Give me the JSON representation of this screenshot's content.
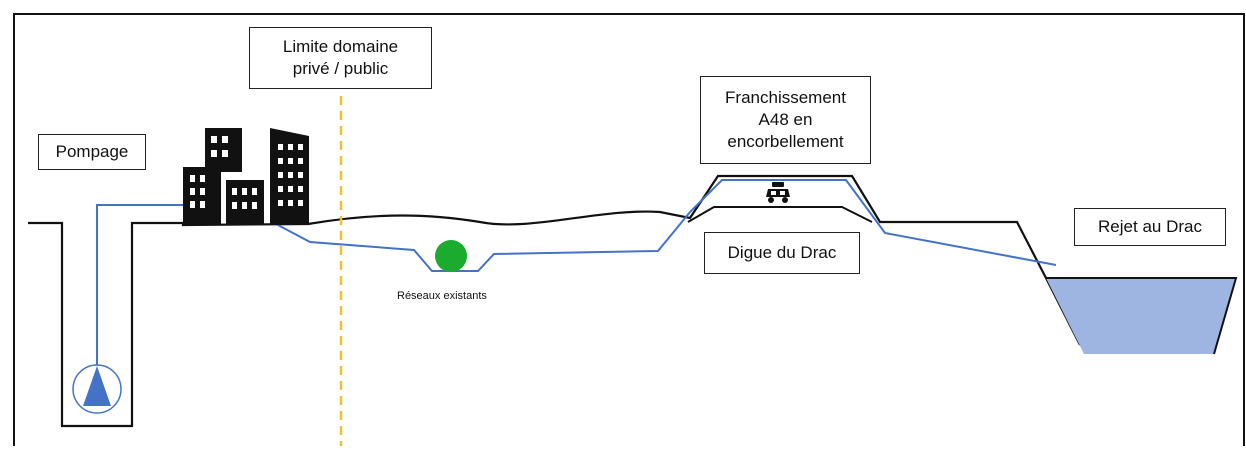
{
  "labels": {
    "pompage": "Pompage",
    "limite": "Limite domaine\nprivé / public",
    "franchissement": "Franchissement\nA48 en\nencorbellement",
    "digue": "Digue du Drac",
    "rejet": "Rejet au Drac",
    "reseaux": "Réseaux existants"
  },
  "colors": {
    "ground": "#111111",
    "pipe": "#4472c4",
    "limit_line": "#f0c030",
    "network": "#1aab2f",
    "river_fill": "#9db5e0",
    "pump": "#4472c4",
    "buildings": "#111111"
  },
  "icons": [
    "pump-icon",
    "buildings-icon",
    "car-icon",
    "network-circle-icon"
  ]
}
